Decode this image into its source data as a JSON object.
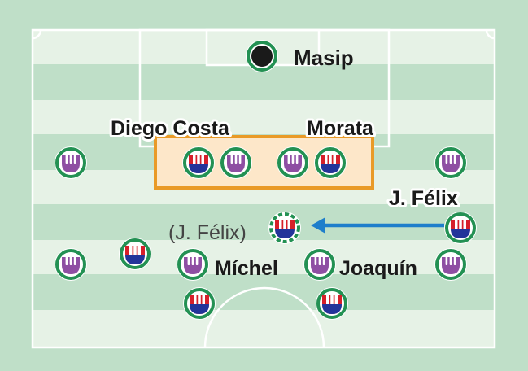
{
  "colors": {
    "pitch_light": "#e6f2e6",
    "pitch_dark": "#bfdfc8",
    "lines": "#ffffff",
    "token_ring": "#239153",
    "home_token": "#8e4fa3",
    "away_red": "#d6202a",
    "away_blue": "#23349a",
    "keeper": "#1a1a1a",
    "zone_border": "#e99a27",
    "zone_fill": "#fde7c9",
    "arrow": "#1e7ecb"
  },
  "players": {
    "keeper": {
      "label": "Masip"
    },
    "diego_costa": {
      "label": "Diego Costa"
    },
    "morata": {
      "label": "Morata"
    },
    "felix": {
      "label": "J. Félix"
    },
    "felix_ghost": {
      "label": "(J. Félix)"
    },
    "michel": {
      "label": "Míchel"
    },
    "joaquin": {
      "label": "Joaquín"
    }
  }
}
